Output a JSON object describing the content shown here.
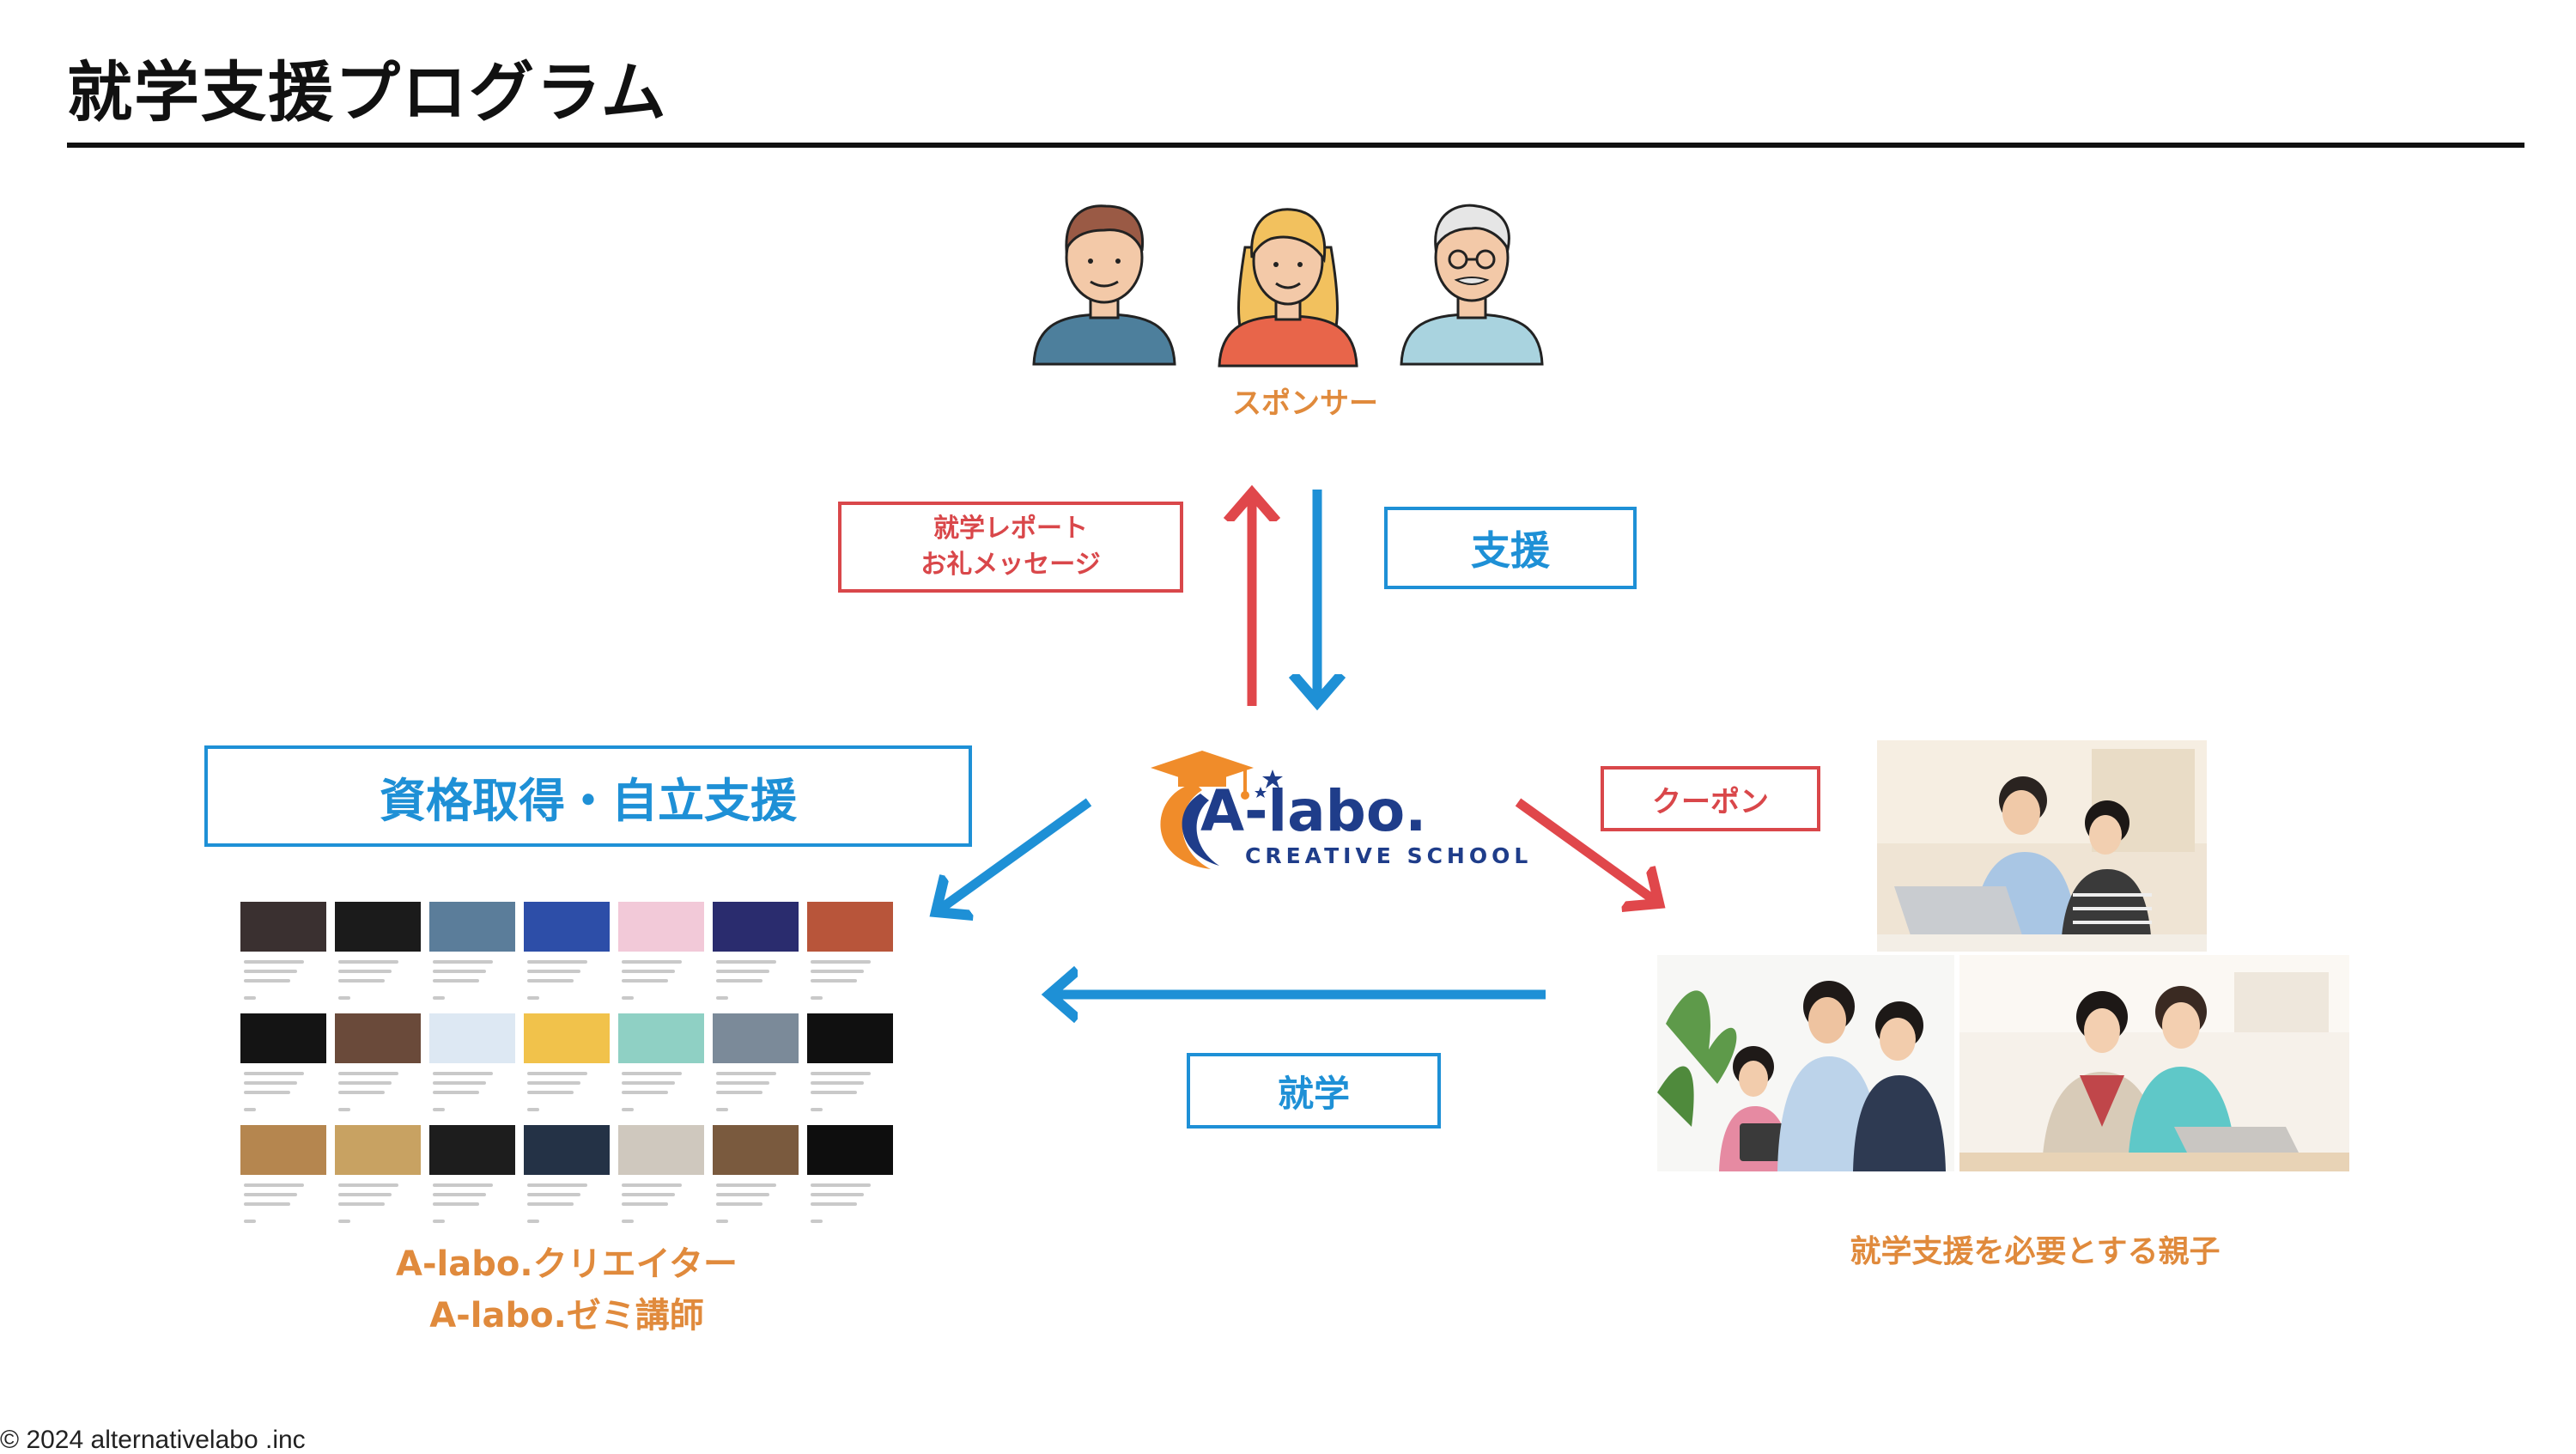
{
  "title": "就学支援プログラム",
  "sponsor": {
    "label": "スポンサー",
    "people": [
      "man-avatar",
      "woman-avatar",
      "elder-avatar"
    ]
  },
  "boxes": {
    "report": {
      "line1": "就学レポート",
      "line2": "お礼メッセージ"
    },
    "support": "支援",
    "qualification": "資格取得・自立支援",
    "coupon": "クーポン",
    "study": "就学"
  },
  "logo": {
    "name": "A-labo.",
    "subtitle": "CREATIVE SCHOOL"
  },
  "creators": {
    "line1": "A-labo.クリエイター",
    "line2": "A-labo.ゼミ講師"
  },
  "parents_label": "就学支援を必要とする親子",
  "copyright": "© 2024 alternativelabo .inc",
  "colors": {
    "accent_orange": "#e08a3c",
    "red": "#d9474a",
    "blue": "#1e90d6",
    "logo_navy": "#1f3d8a"
  },
  "video_grid": {
    "thumb_colors": [
      "#3a3030",
      "#1b1b1b",
      "#5b7d9a",
      "#2d4ea8",
      "#f2c9d8",
      "#2a2c6e",
      "#b8553a",
      "#141414",
      "#6a4a3a",
      "#dde8f3",
      "#f1c24b",
      "#8fd0c4",
      "#7b8a99",
      "#101010",
      "#b5864f",
      "#c8a262",
      "#1d1d1d",
      "#243246",
      "#cfc8be",
      "#7a5a3e",
      "#0e0e0e"
    ]
  }
}
